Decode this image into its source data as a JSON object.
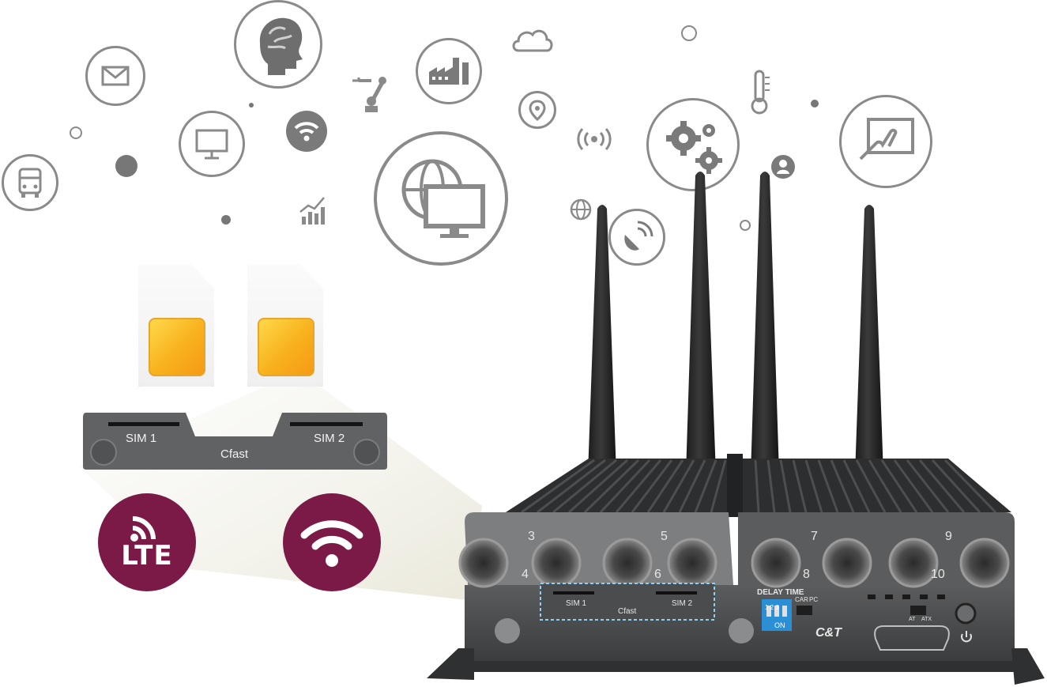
{
  "sim_panel": {
    "sim1_label": "SIM 1",
    "sim2_label": "SIM 2",
    "slot_label": "Cfast"
  },
  "badges": {
    "lte_label": "LTE"
  },
  "device": {
    "port_numbers": [
      "3",
      "4",
      "5",
      "6",
      "7",
      "8",
      "9",
      "10"
    ],
    "delay_time_label": "DELAY TIME",
    "dip_numbers": "1 2 3",
    "dip_on": "ON",
    "car_label": "CAR",
    "pc_label": "PC",
    "at_label": "AT",
    "atx_label": "ATX",
    "brand_logo": "C&T",
    "front_sim1_label": "SIM 1",
    "front_sim2_label": "SIM 2",
    "front_slot_label": "Cfast"
  },
  "icons": [
    "bus-icon",
    "mail-icon",
    "brain-icon",
    "monitor-icon",
    "wifi-icon",
    "robot-arm-icon",
    "factory-icon",
    "cloud-icon",
    "location-pin-icon",
    "globe-monitor-icon",
    "broadcast-icon",
    "gears-icon",
    "thermometer-icon",
    "touch-screen-icon",
    "user-icon",
    "globe-icon",
    "satellite-icon",
    "growth-chart-icon"
  ],
  "colors": {
    "icon_gray": "#8a8a8a",
    "badge_maroon": "#7b1a47",
    "chip_gold": "#f8b11c",
    "device_dark": "#3a3c3e",
    "dip_blue": "#2b8fd6"
  }
}
